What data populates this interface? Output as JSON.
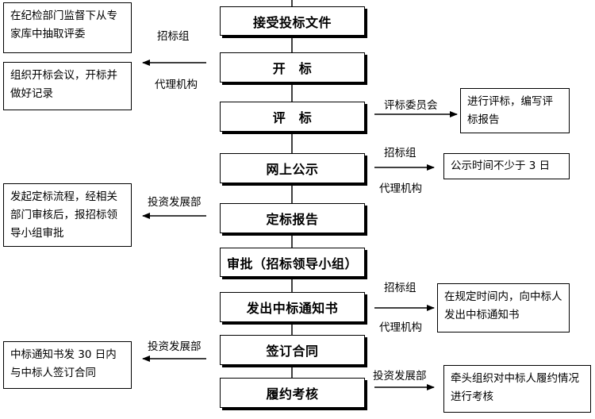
{
  "steps": [
    {
      "label": "接受投标文件"
    },
    {
      "label": "开　标"
    },
    {
      "label": "评　标"
    },
    {
      "label": "网上公示"
    },
    {
      "label": "定标报告"
    },
    {
      "label": "审批（招标领导小组）"
    },
    {
      "label": "发出中标通知书"
    },
    {
      "label": "签订合同"
    },
    {
      "label": "履约考核"
    }
  ],
  "notes": {
    "expert_pick": "在纪检部门监督下从专家库中抽取评委",
    "bid_opening": "组织开标会议，开标并做好记录",
    "evaluation": "进行评标，编写评标报告",
    "publicity": "公示时间不少于 3 日",
    "award_report": "发起定标流程，经相关部门审核后，报招标领导小组审批",
    "notify": "在规定时间内，向中标人发出中标通知书",
    "contract": "中标通知书发 30 日内与中标人签订合同",
    "performance": "牵头组织对中标人履约情况进行考核"
  },
  "labels": {
    "bidding_group": "招标组",
    "agency": "代理机构",
    "committee": "评标委员会",
    "investment_dept": "投资发展部"
  }
}
